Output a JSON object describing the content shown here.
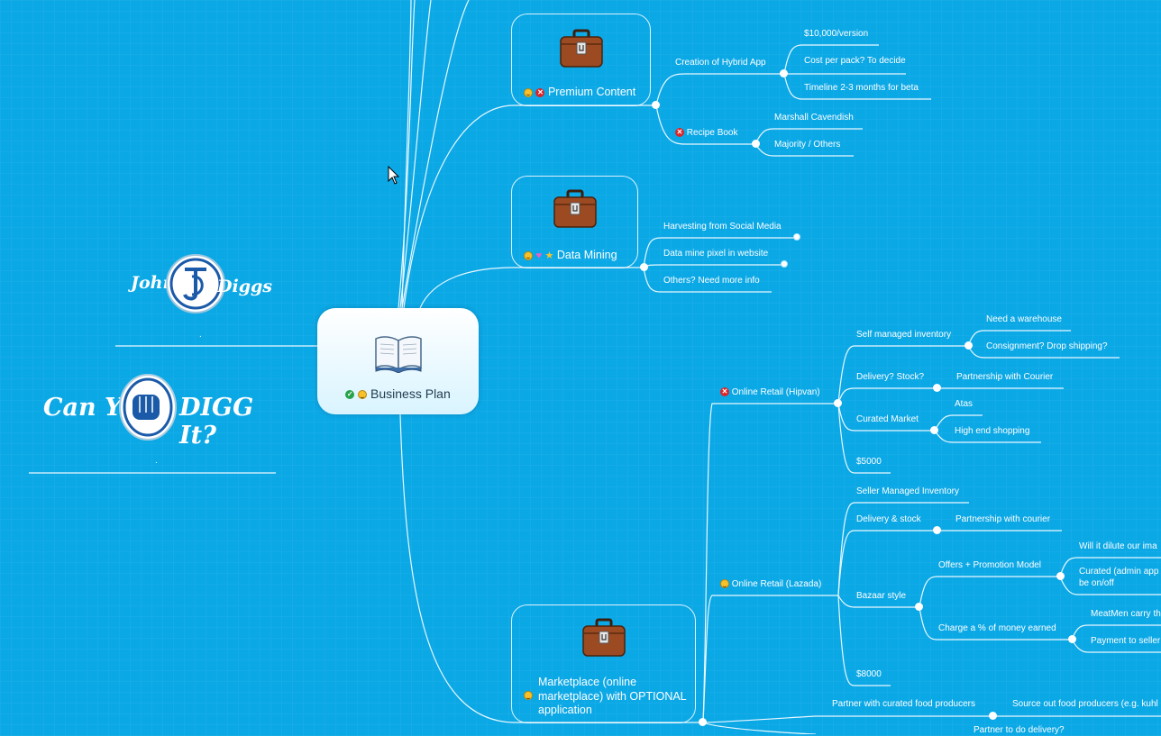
{
  "root": {
    "label": "Business Plan",
    "icon": "book-icon",
    "markers": [
      "check-icon",
      "smiley-icon"
    ]
  },
  "premium": {
    "label": "Premium Content",
    "hybrid": {
      "label": "Creation of Hybrid App",
      "children": [
        "$10,000/version",
        "Cost per pack? To decide",
        "Timeline 2-3 months for beta"
      ]
    },
    "recipe": {
      "label": "Recipe Book",
      "children": [
        "Marshall Cavendish",
        "Majority / Others"
      ]
    }
  },
  "datamining": {
    "label": "Data Mining",
    "children": [
      "Harvesting from Social Media",
      "Data mine pixel in website",
      "Others? Need more info"
    ]
  },
  "hipvan": {
    "label": "Online Retail (Hipvan)",
    "self": {
      "label": "Self managed inventory",
      "children": [
        "Need a warehouse",
        "Consignment? Drop shipping?"
      ]
    },
    "delivery": {
      "label": "Delivery? Stock?",
      "child": "Partnership with Courier"
    },
    "curated": {
      "label": "Curated Market",
      "children": [
        "Atas",
        "High end shopping"
      ]
    },
    "price": "$5000"
  },
  "lazada": {
    "label": "Online Retail (Lazada)",
    "seller": "Seller Managed Inventory",
    "delivery": {
      "label": "Delivery & stock",
      "child": "Partnership with courier"
    },
    "bazaar": {
      "label": "Bazaar style",
      "offers": {
        "label": "Offers + Promotion Model",
        "children": [
          "Will it dilute our ima",
          "Curated (admin app",
          "be on/off"
        ]
      },
      "charge": {
        "label": "Charge a % of money earned",
        "children": [
          "MeatMen carry th",
          "Payment to seller"
        ]
      }
    },
    "price": "$8000"
  },
  "marketplace": {
    "label_lines": [
      "Marketplace (online",
      "marketplace) with OPTIONAL",
      "application"
    ],
    "partner": {
      "label": "Partner with curated food producers",
      "child": "Source out food producers (e.g. kuhl"
    },
    "partner2": "Partner to do delivery?"
  },
  "logos": {
    "john": "John",
    "diggs": "Diggs",
    "can_you": "Can You",
    "digg_it": "DIGG It?",
    "dot1": ".",
    "dot2": "."
  }
}
